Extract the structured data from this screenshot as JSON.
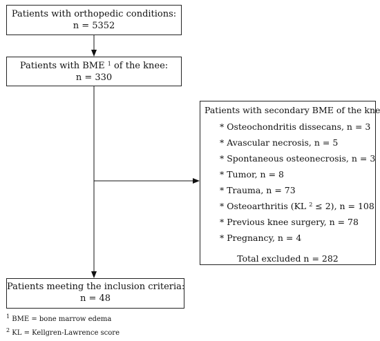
{
  "box1": {
    "title": "Patients with orthopedic conditions:",
    "count": "n = 5352"
  },
  "box2": {
    "title_before": "Patients with BME ",
    "title_ref": "1",
    "title_after": " of the knee:",
    "count": "n = 330"
  },
  "box3": {
    "title": "Patients with secondary BME of the knee:",
    "items": [
      "* Osteochondritis dissecans, n = 3",
      "* Avascular necrosis, n = 5",
      "* Spontaneous osteonecrosis, n = 3",
      "* Tumor, n = 8",
      "* Trauma, n = 73"
    ],
    "oa_before": "* Osteoarthritis (KL ",
    "oa_ref": "2",
    "oa_after": " ≤ 2), n = 108",
    "items_tail": [
      "* Previous knee surgery, n = 78",
      "* Pregnancy, n = 4"
    ],
    "total": "Total excluded n = 282"
  },
  "box4": {
    "title": "Patients meeting the inclusion criteria:",
    "count": "n = 48"
  },
  "footnotes": [
    {
      "ref": "1",
      "text": " BME = bone marrow edema"
    },
    {
      "ref": "2",
      "text": " KL = Kellgren-Lawrence score"
    }
  ]
}
